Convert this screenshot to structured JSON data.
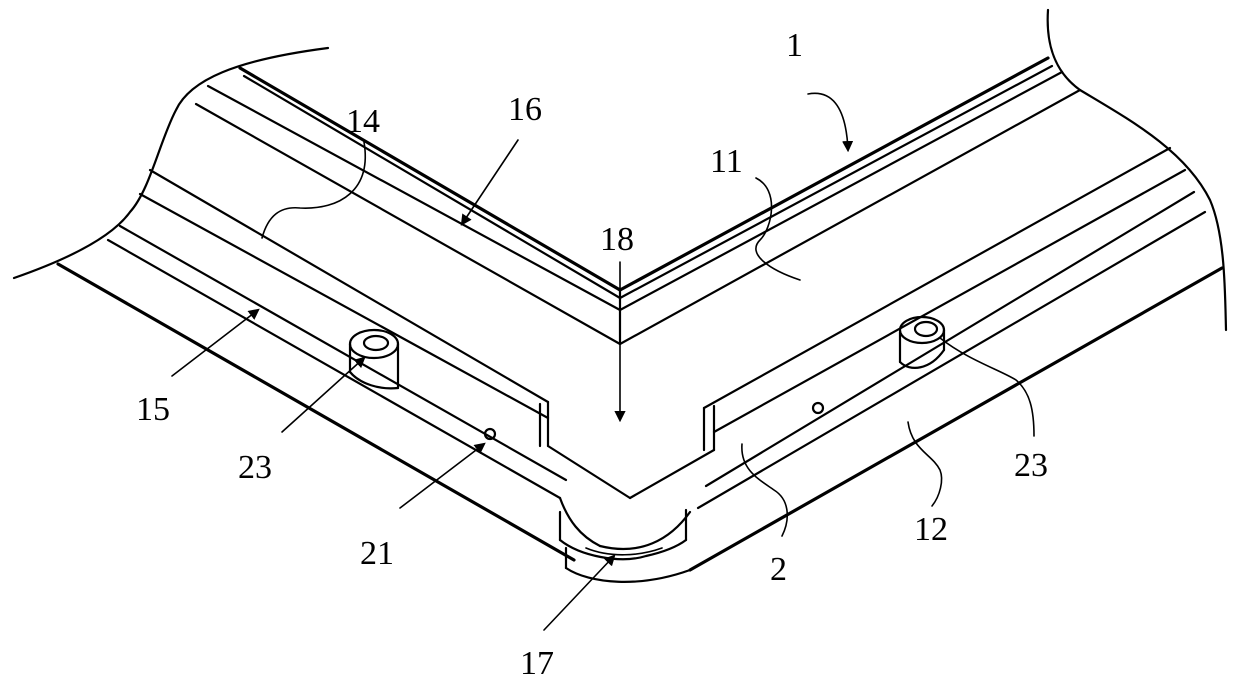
{
  "colors": {
    "line": "#000000",
    "background": "#ffffff"
  },
  "labels": {
    "ref_1": "1",
    "ref_11": "11",
    "ref_12": "12",
    "ref_14": "14",
    "ref_15": "15",
    "ref_16": "16",
    "ref_17": "17",
    "ref_18": "18",
    "ref_2": "2",
    "ref_21": "21",
    "ref_23_left": "23",
    "ref_23_right": "23"
  }
}
